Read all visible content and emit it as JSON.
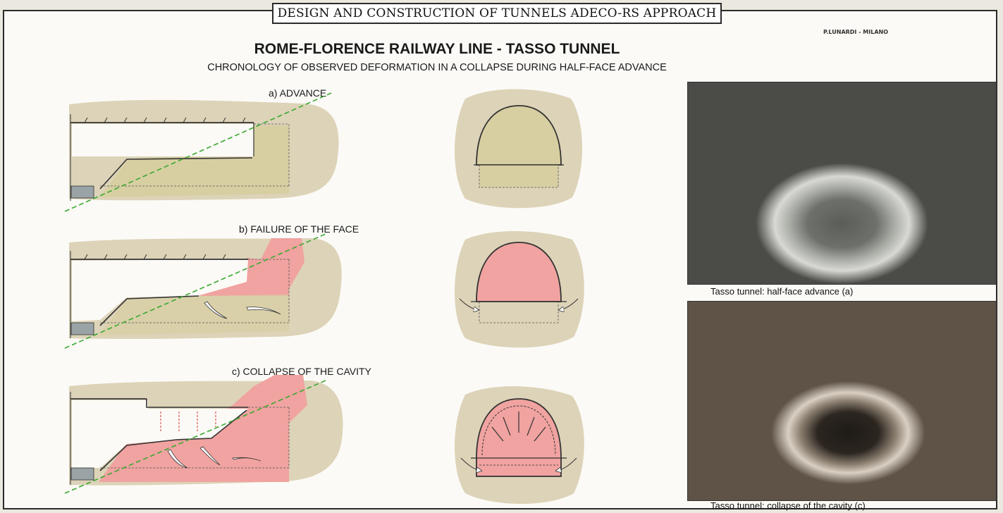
{
  "header": {
    "banner": "DESIGN AND CONSTRUCTION OF TUNNELS ADECO-RS APPROACH",
    "author": "P.LUNARDI - MILANO"
  },
  "title": "ROME-FLORENCE RAILWAY LINE  - TASSO TUNNEL",
  "subtitle": "CHRONOLOGY OF OBSERVED DEFORMATION IN A COLLAPSE DURING  HALF-FACE ADVANCE",
  "stages": [
    {
      "label": "a) ADVANCE"
    },
    {
      "label": "b) FAILURE OF THE FACE"
    },
    {
      "label": "c) COLLAPSE OF THE CAVITY"
    }
  ],
  "photos": [
    {
      "caption": "Tasso tunnel: half-face advance (a)"
    },
    {
      "caption": "Tasso tunnel: collapse of the cavity (c)"
    }
  ],
  "colors": {
    "ground": "#ddd3b8",
    "excavation_fill": "#d7cfa2",
    "failure_fill": "#f0a3a0",
    "failure_line": "#3aa832"
  }
}
